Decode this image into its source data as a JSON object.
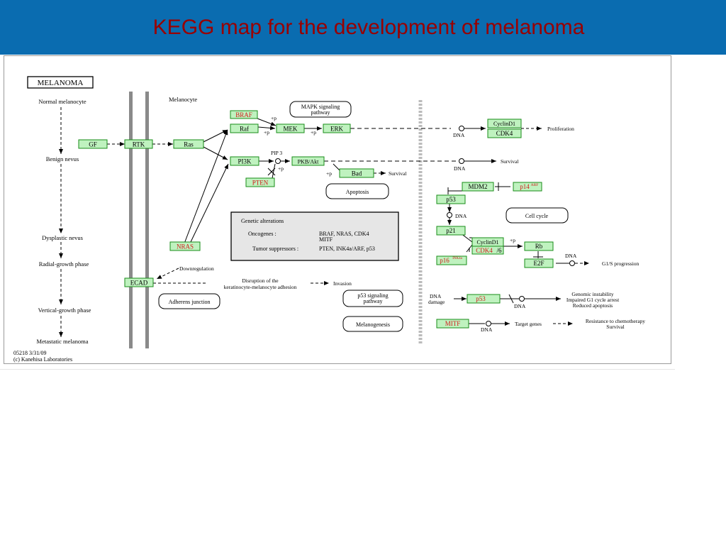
{
  "title": "KEGG map for the development of melanoma",
  "diagram": {
    "header_box": "MELANOMA",
    "melanocyte": "Melanocyte",
    "stages": [
      "Normal melanocyte",
      "Benign nevus",
      "Dysplastic nevus",
      "Radial-growth phase",
      "Vertical-growth phase",
      "Metastatic melanoma"
    ],
    "genes": {
      "gf": "GF",
      "rtk": "RTK",
      "ras": "Ras",
      "braf": "BRAF",
      "raf": "Raf",
      "mek": "MEK",
      "erk": "ERK",
      "pi3k": "PI3K",
      "pten": "PTEN",
      "pkb": "PKB/Akt",
      "bad": "Bad",
      "nras": "NRAS",
      "ecad": "ECAD",
      "cyclind1_top": "CyclinD1",
      "cdk4_top": "CDK4",
      "mdm2": "MDM2",
      "p14": "p14",
      "p14_sup": "ARF",
      "p53": "p53",
      "p21": "p21",
      "cyclind1_mid": "CyclinD1",
      "cdk4_mid": "CDK4",
      "cdk6_suffix": "/6",
      "p16": "p16",
      "p16_sup": "INK4a",
      "rb": "Rb",
      "e2f": "E2F",
      "p53_dna": "p53",
      "mitf": "MITF"
    },
    "labels": {
      "plus_p": "+p",
      "pip3": "PIP 3",
      "dna": "DNA",
      "proliferation": "Proliferation",
      "survival": "Survival",
      "downregulation": "Downregulation",
      "disruption_1": "Disruption of the",
      "disruption_2": "keratinocyte-melanocyte adhesion",
      "invasion": "Invasion",
      "dna_damage_1": "DNA",
      "dna_damage_2": "damage",
      "genomic_1": "Genomic instability",
      "genomic_2": "Impaired G1 cycle arrest",
      "genomic_3": "Reduced apoptosis",
      "g1s": "G1/S progression",
      "target_genes": "Target genes",
      "resistance_1": "Resistance to chemotherapy",
      "resistance_2": "Survival"
    },
    "pathways": {
      "mapk_1": "MAPK signaling",
      "mapk_2": "pathway",
      "apoptosis": "Apoptosis",
      "cell_cycle": "Cell cycle",
      "adherens": "Adherens junction",
      "p53_1": "p53 signaling",
      "p53_2": "pathway",
      "melanogenesis": "Melanogenesis"
    },
    "genetic_box": {
      "heading": "Genetic alterations",
      "oncogenes_label": "Oncogenes :",
      "oncogenes_value": "BRAF, NRAS, CDK4",
      "oncogenes_value2": "MITF",
      "tumor_label": "Tumor suppressors :",
      "tumor_value": "PTEN, INK4a/ARF, p53"
    },
    "footer_1": "05218 3/31/09",
    "footer_2": "(c) Kanehisa Laboratories"
  },
  "colors": {
    "header_bg": "#0a6cb0",
    "title": "#990000",
    "gene_fill": "#bff2bf",
    "gene_border": "#1a8c1a",
    "red_text": "#d11a1a",
    "membrane": "#8a8a8a"
  }
}
